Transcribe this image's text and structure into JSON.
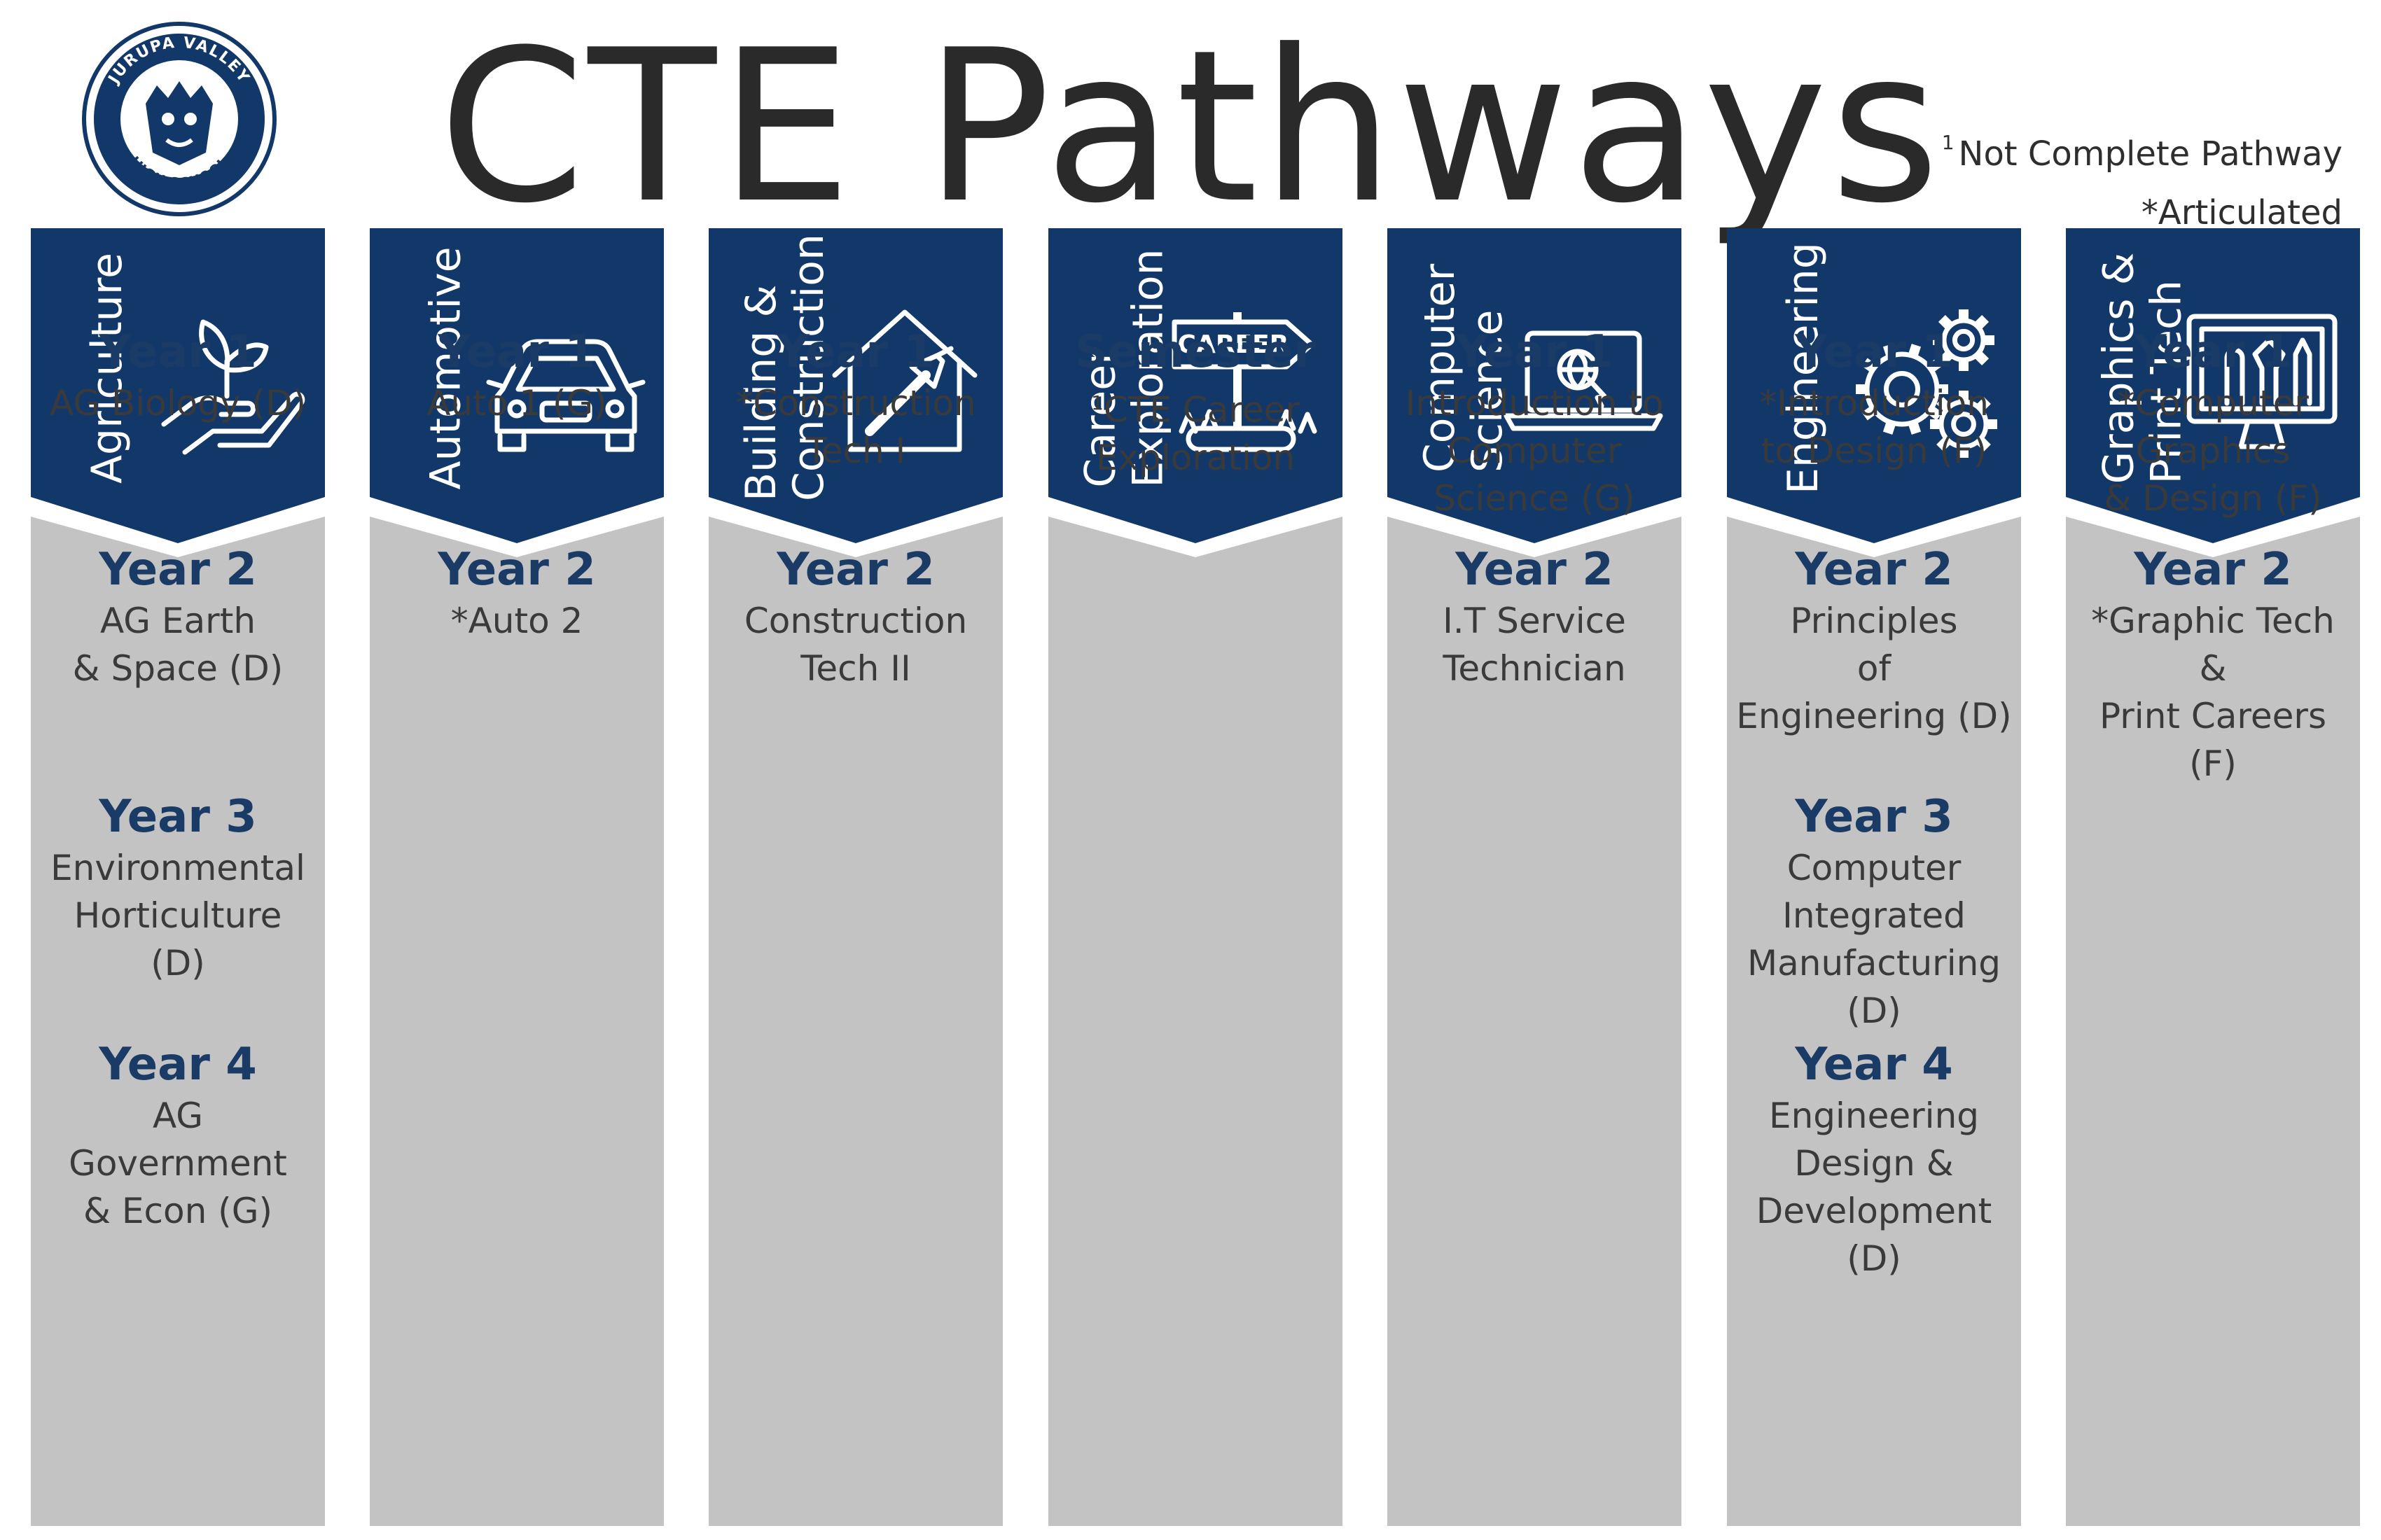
{
  "header": {
    "title": "CTE Pathways",
    "note1_sup": "1",
    "note1_text": "Not Complete Pathway",
    "note2": "*Articulated"
  },
  "logo": {
    "top_text": "JURUPA VALLEY",
    "bottom_text": "HIGH SCHOOL"
  },
  "colors": {
    "navy": "#12386a",
    "gray": "#c3c3c3",
    "year_blue": "#1a3b66"
  },
  "pathways": [
    {
      "category": "Agriculture",
      "icon": "plant-in-hand-icon",
      "entries": [
        {
          "year": "Year 1",
          "course": "AG Biology (D)"
        },
        {
          "year": "Year 2",
          "course": "AG Earth\n& Space (D)"
        },
        {
          "year": "Year 3",
          "course": "Environmental\nHorticulture\n(D)"
        },
        {
          "year": "Year 4",
          "course": "AG\nGovernment\n& Econ (G)"
        }
      ]
    },
    {
      "category": "Automotive",
      "icon": "car-icon",
      "entries": [
        {
          "year": "Year 1",
          "course": "Auto 1 (G)"
        },
        {
          "year": "Year 2",
          "course": "*Auto 2"
        }
      ]
    },
    {
      "category": "Building &\nConstruction",
      "icon": "house-hammer-icon",
      "entries": [
        {
          "year": "Year 1",
          "course": "*Construction\nTech I"
        },
        {
          "year": "Year 2",
          "course": "Construction\nTech II"
        }
      ]
    },
    {
      "category": "Career\nExploration",
      "icon": "career-signpost-icon",
      "sign_text": "CAREER",
      "entries": [
        {
          "year": "Semester",
          "sup": "1",
          "course": "CTE Career\nExploration"
        }
      ]
    },
    {
      "category": "Computer\nScience",
      "icon": "laptop-globe-icon",
      "entries": [
        {
          "year": "Year 1",
          "course": "Introduction to\nComputer\nScience (G)"
        },
        {
          "year": "Year 2",
          "course": "I.T Service\nTechnician"
        }
      ]
    },
    {
      "category": "Engineering",
      "icon": "gears-icon",
      "entries": [
        {
          "year": "Year 1",
          "course": "*Introduction\nto Design (F)"
        },
        {
          "year": "Year 2",
          "course": "Principles\nof\nEngineering (D)"
        },
        {
          "year": "Year 3",
          "course": "Computer\nIntegrated\nManufacturing\n(D)"
        },
        {
          "year": "Year 4",
          "course": "Engineering\nDesign &\nDevelopment\n(D)"
        }
      ]
    },
    {
      "category": "Graphics &\nPrint Tech",
      "icon": "design-monitor-icon",
      "entries": [
        {
          "year": "Year 1",
          "course": "*Computer\nGraphics\n& Design (F)"
        },
        {
          "year": "Year 2",
          "course": "*Graphic Tech\n&\nPrint Careers\n(F)"
        }
      ]
    }
  ]
}
